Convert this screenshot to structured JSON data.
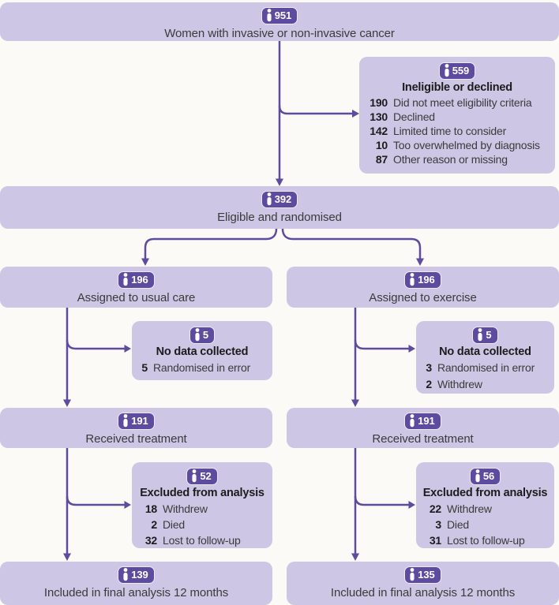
{
  "colors": {
    "box_fill": "#cdc6e4",
    "badge_fill": "#5c4b9f",
    "arrow": "#5c4b9f",
    "text": "#3b3b3b",
    "title_text": "#1c1c1c",
    "badge_text": "#ffffff",
    "background": "#fbfaf7"
  },
  "icons": {
    "badge_icon": "person-icon"
  },
  "nodes": {
    "total": {
      "count": "951",
      "label": "Women with invasive or non-invasive cancer"
    },
    "ineligible": {
      "count": "559",
      "title": "Ineligible or declined",
      "items": [
        {
          "n": "190",
          "label": "Did not meet eligibility criteria"
        },
        {
          "n": "130",
          "label": "Declined"
        },
        {
          "n": "142",
          "label": "Limited time to consider"
        },
        {
          "n": "10",
          "label": "Too overwhelmed by diagnosis"
        },
        {
          "n": "87",
          "label": "Other reason or missing"
        }
      ]
    },
    "randomised": {
      "count": "392",
      "label": "Eligible and randomised"
    },
    "usual_care": {
      "count": "196",
      "label": "Assigned to usual care"
    },
    "exercise": {
      "count": "196",
      "label": "Assigned to exercise"
    },
    "no_data_usual": {
      "count": "5",
      "title": "No data collected",
      "items": [
        {
          "n": "5",
          "label": "Randomised in error"
        }
      ]
    },
    "no_data_exercise": {
      "count": "5",
      "title": "No data collected",
      "items": [
        {
          "n": "3",
          "label": "Randomised in error"
        },
        {
          "n": "2",
          "label": "Withdrew"
        }
      ]
    },
    "received_usual": {
      "count": "191",
      "label": "Received treatment"
    },
    "received_exercise": {
      "count": "191",
      "label": "Received treatment"
    },
    "excluded_usual": {
      "count": "52",
      "title": "Excluded from analysis",
      "items": [
        {
          "n": "18",
          "label": "Withdrew"
        },
        {
          "n": "2",
          "label": "Died"
        },
        {
          "n": "32",
          "label": "Lost to follow-up"
        }
      ]
    },
    "excluded_exercise": {
      "count": "56",
      "title": "Excluded from analysis",
      "items": [
        {
          "n": "22",
          "label": "Withdrew"
        },
        {
          "n": "3",
          "label": "Died"
        },
        {
          "n": "31",
          "label": "Lost to follow-up"
        }
      ]
    },
    "final_usual": {
      "count": "139",
      "label": "Included in final analysis 12 months"
    },
    "final_exercise": {
      "count": "135",
      "label": "Included in final analysis 12 months"
    }
  }
}
